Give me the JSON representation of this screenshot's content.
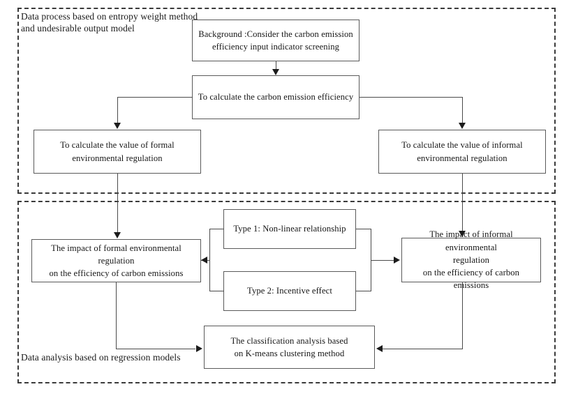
{
  "diagram": {
    "title": "Research framework flowchart",
    "groups": [
      {
        "id": "upper",
        "label": "Data process based on entropy weight method\nand undesirable output model"
      },
      {
        "id": "lower",
        "label": "Data analysis based on regression models"
      }
    ],
    "nodes": {
      "background": "Background :Consider the carbon emission\nefficiency input indicator screening",
      "carbon_efficiency": "To calculate the carbon emission efficiency",
      "formal_value": "To calculate the value of formal\nenvironmental regulation",
      "informal_value": "To calculate the value of informal\nenvironmental regulation",
      "formal_impact": "The impact of formal environmental regulation\non the efficiency of carbon emissions",
      "informal_impact": "The impact of informal environmental\nregulation\non the efficiency of carbon emissions",
      "type1": "Type 1: Non-linear relationship",
      "type2": "Type 2: Incentive effect",
      "classification": "The classification analysis based\non K-means clustering method"
    },
    "colors": {
      "box_border": "#5a5a5a",
      "group_border": "#3a3a3a",
      "connector": "#4a4a4a",
      "text": "#161616",
      "background": "#ffffff"
    }
  }
}
